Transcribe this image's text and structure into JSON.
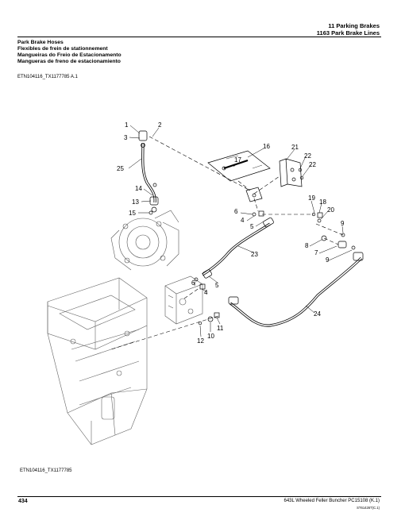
{
  "header": {
    "section": "11 Parking Brakes",
    "subsection": "1163 Park Brake Lines"
  },
  "titles": [
    "Park Brake Hoses",
    "Flexibles de frein de stationnement",
    "Mangueiras do Freio de Estacionamento",
    "Mangueras de freno de estacionamiento"
  ],
  "figure_id": "ETN104116_TX1177785 A.1",
  "figure_id_bottom": "ETN104116_TX1177785",
  "footer": {
    "page_number": "434",
    "doc": "643L Wheeled Feller Buncher   PC15108   (K.1)",
    "code": "ST61426T(C.1)"
  },
  "callouts": {
    "c1": "1",
    "c2": "2",
    "c3": "3",
    "c25": "25",
    "c14": "14",
    "c13": "13",
    "c15": "15",
    "c16": "16",
    "c17": "17",
    "c21": "21",
    "c22a": "22",
    "c22b": "22",
    "c6a": "6",
    "c4a": "4",
    "c5a": "5",
    "c23": "23",
    "c19": "19",
    "c18": "18",
    "c20": "20",
    "c9a": "9",
    "c8": "8",
    "c7": "7",
    "c9b": "9",
    "c6b": "6",
    "c4b": "4",
    "c5b": "5",
    "c24": "24",
    "c12": "12",
    "c10": "10",
    "c11": "11"
  }
}
